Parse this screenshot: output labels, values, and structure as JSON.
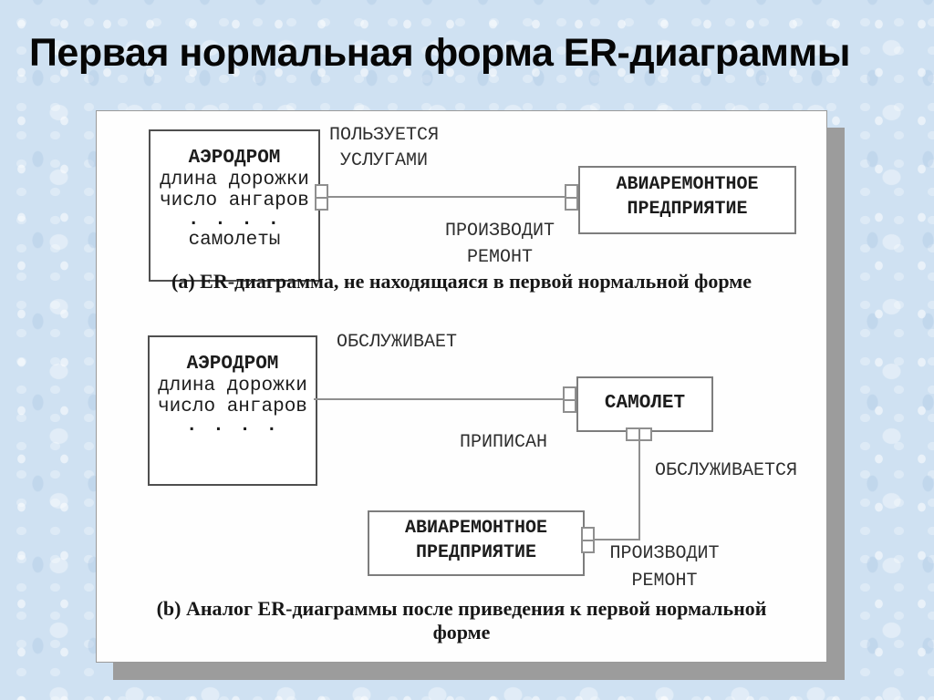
{
  "slide": {
    "title": "Первая нормальная форма ER-диаграммы"
  },
  "colors": {
    "background": "#cfe1f2",
    "panel": "#fefefe",
    "shadow": "#9c9c9c",
    "line_gray": "#8f8f8f",
    "text_black": "#060606"
  },
  "diagram_a": {
    "aerodrom": {
      "title": "АЭРОДРОМ",
      "attrs": [
        "длина дорожки",
        "число ангаров",
        ". . . .",
        "самолеты"
      ]
    },
    "enterprise": {
      "line1": "АВИАРЕМОНТНОЕ",
      "line2": "ПРЕДПРИЯТИЕ"
    },
    "rel_top": {
      "line1": "ПОЛЬЗУЕТСЯ",
      "line2": "УСЛУГАМИ"
    },
    "rel_bottom": {
      "line1": "ПРОИЗВОДИТ",
      "line2": "РЕМОНТ"
    },
    "caption": "(a) ER-диаграмма, не находящаяся в первой нормальной форме"
  },
  "diagram_b": {
    "aerodrom": {
      "title": "АЭРОДРОМ",
      "attrs": [
        "длина дорожки",
        "число ангаров",
        ". . . ."
      ]
    },
    "samolet": {
      "title": "САМОЛЕТ"
    },
    "enterprise": {
      "line1": "АВИАРЕМОНТНОЕ",
      "line2": "ПРЕДПРИЯТИЕ"
    },
    "rel_serves": "ОБСЛУЖИВАЕТ",
    "rel_assigned": "ПРИПИСАН",
    "rel_serviced": "ОБСЛУЖИВАЕТСЯ",
    "rel_repair": {
      "line1": "ПРОИЗВОДИТ",
      "line2": "РЕМОНТ"
    },
    "caption": {
      "line1": "(b) Аналог ER-диаграммы после приведения к первой нормальной",
      "line2": "форме"
    }
  }
}
